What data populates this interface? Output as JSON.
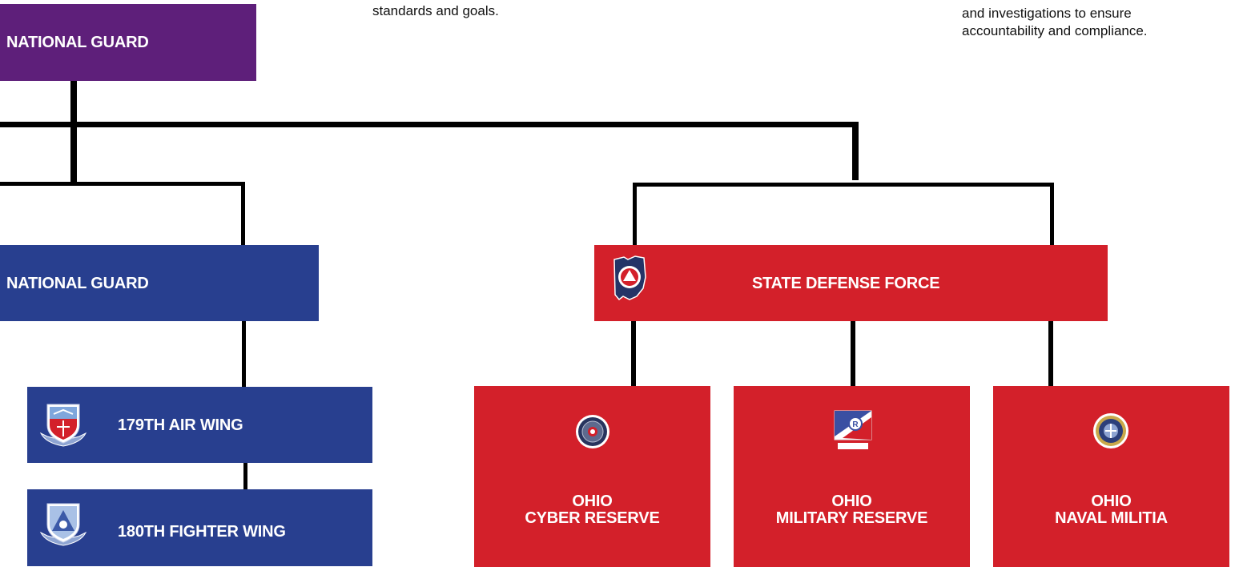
{
  "top_text": {
    "middle_fragment": "standards and goals.",
    "right_lines": [
      "and investigations to ensure",
      "accountability and compliance."
    ]
  },
  "nodes": {
    "national_guard_top": "NATIONAL GUARD",
    "national_guard_blue": "NATIONAL GUARD",
    "state_defense_force": "STATE DEFENSE FORCE",
    "air_wing_179": "179TH AIR WING",
    "fighter_wing_180": "180TH FIGHTER WING",
    "cyber_reserve": [
      "OHIO",
      "CYBER RESERVE"
    ],
    "military_reserve": [
      "OHIO",
      "MILITARY RESERVE"
    ],
    "naval_militia": [
      "OHIO",
      "NAVAL MILITIA"
    ]
  },
  "colors": {
    "purple": "#5e1f7a",
    "blue": "#283f8f",
    "red": "#d3202a",
    "connector": "#000000"
  },
  "icons": {
    "state_defense_force": "ohio-state-outline-icon",
    "air_wing_179": "air-wing-179-emblem-icon",
    "fighter_wing_180": "fighter-wing-180-emblem-icon",
    "cyber_reserve": "cyber-reserve-seal-icon",
    "military_reserve": "military-reserve-shield-icon",
    "naval_militia": "naval-militia-seal-icon"
  }
}
